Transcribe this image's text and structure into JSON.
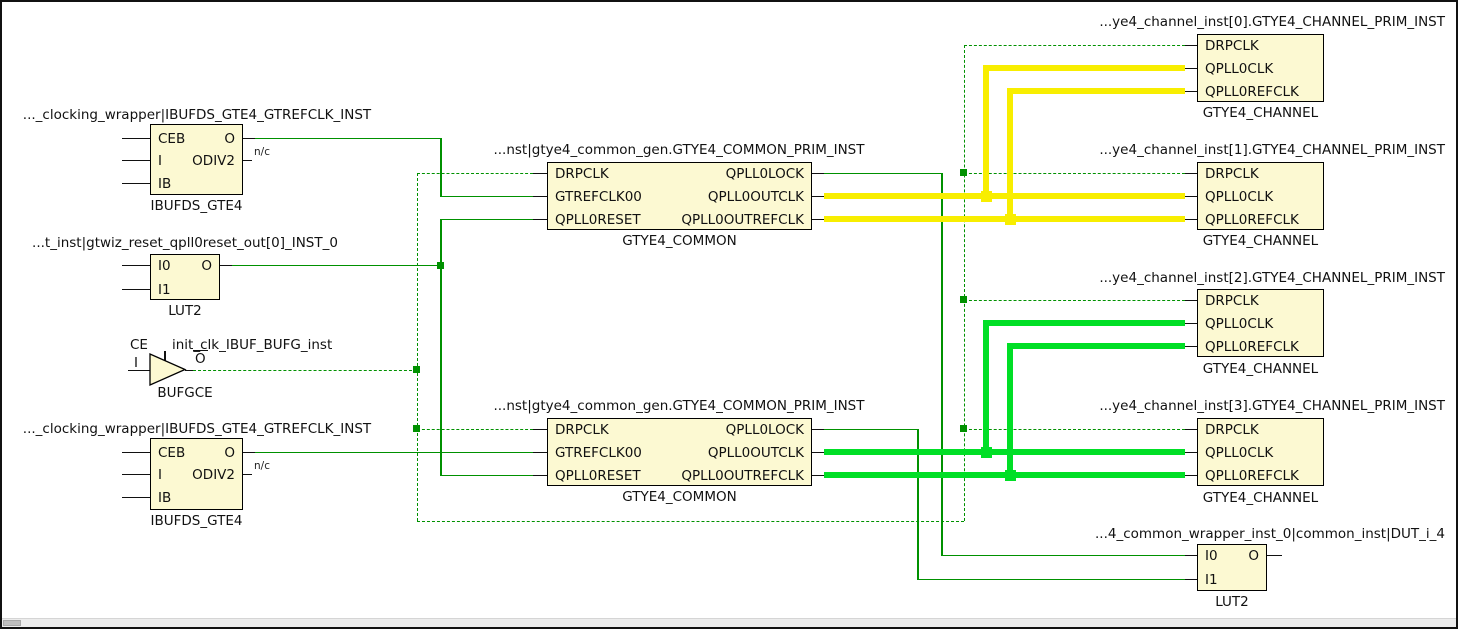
{
  "colors": {
    "canvas_bg": "#ffffff",
    "block_fill": "#fcf9d2",
    "block_border": "#000000",
    "wire_signal_green": "#009100",
    "wire_clock_yellow": "#f8ee00",
    "wire_clock_green": "#00df26",
    "text": "#111111"
  },
  "blocks": {
    "ibufds1": {
      "title": "..._clocking_wrapper|IBUFDS_GTE4_GTREFCLK_INST",
      "type": "IBUFDS_GTE4",
      "left": [
        "CEB",
        "I",
        "IB"
      ],
      "right": [
        "O",
        "ODIV2"
      ],
      "nc": "n/c"
    },
    "lut2_reset": {
      "title": "...t_inst|gtwiz_reset_qpll0reset_out[0]_INST_0",
      "type": "LUT2",
      "left": [
        "I0",
        "I1"
      ],
      "right": [
        "O"
      ]
    },
    "bufgce": {
      "title": "init_clk_IBUF_BUFG_inst",
      "type": "BUFGCE",
      "ce": "CE",
      "i": "I",
      "o": "O"
    },
    "ibufds2": {
      "title": "..._clocking_wrapper|IBUFDS_GTE4_GTREFCLK_INST",
      "type": "IBUFDS_GTE4",
      "left": [
        "CEB",
        "I",
        "IB"
      ],
      "right": [
        "O",
        "ODIV2"
      ],
      "nc": "n/c"
    },
    "common0": {
      "title": "...nst|gtye4_common_gen.GTYE4_COMMON_PRIM_INST",
      "type": "GTYE4_COMMON",
      "left": [
        "DRPCLK",
        "GTREFCLK00",
        "QPLL0RESET"
      ],
      "right": [
        "QPLL0LOCK",
        "QPLL0OUTCLK",
        "QPLL0OUTREFCLK"
      ]
    },
    "common1": {
      "title": "...nst|gtye4_common_gen.GTYE4_COMMON_PRIM_INST",
      "type": "GTYE4_COMMON",
      "left": [
        "DRPCLK",
        "GTREFCLK00",
        "QPLL0RESET"
      ],
      "right": [
        "QPLL0LOCK",
        "QPLL0OUTCLK",
        "QPLL0OUTREFCLK"
      ]
    },
    "channel0": {
      "title": "...ye4_channel_inst[0].GTYE4_CHANNEL_PRIM_INST",
      "type": "GTYE4_CHANNEL",
      "left": [
        "DRPCLK",
        "QPLL0CLK",
        "QPLL0REFCLK"
      ]
    },
    "channel1": {
      "title": "...ye4_channel_inst[1].GTYE4_CHANNEL_PRIM_INST",
      "type": "GTYE4_CHANNEL",
      "left": [
        "DRPCLK",
        "QPLL0CLK",
        "QPLL0REFCLK"
      ]
    },
    "channel2": {
      "title": "...ye4_channel_inst[2].GTYE4_CHANNEL_PRIM_INST",
      "type": "GTYE4_CHANNEL",
      "left": [
        "DRPCLK",
        "QPLL0CLK",
        "QPLL0REFCLK"
      ]
    },
    "channel3": {
      "title": "...ye4_channel_inst[3].GTYE4_CHANNEL_PRIM_INST",
      "type": "GTYE4_CHANNEL",
      "left": [
        "DRPCLK",
        "QPLL0CLK",
        "QPLL0REFCLK"
      ]
    },
    "lut2_dut": {
      "title": "...4_common_wrapper_inst_0|common_inst|DUT_i_4",
      "type": "LUT2",
      "left": [
        "I0",
        "I1"
      ],
      "right": [
        "O"
      ]
    }
  }
}
